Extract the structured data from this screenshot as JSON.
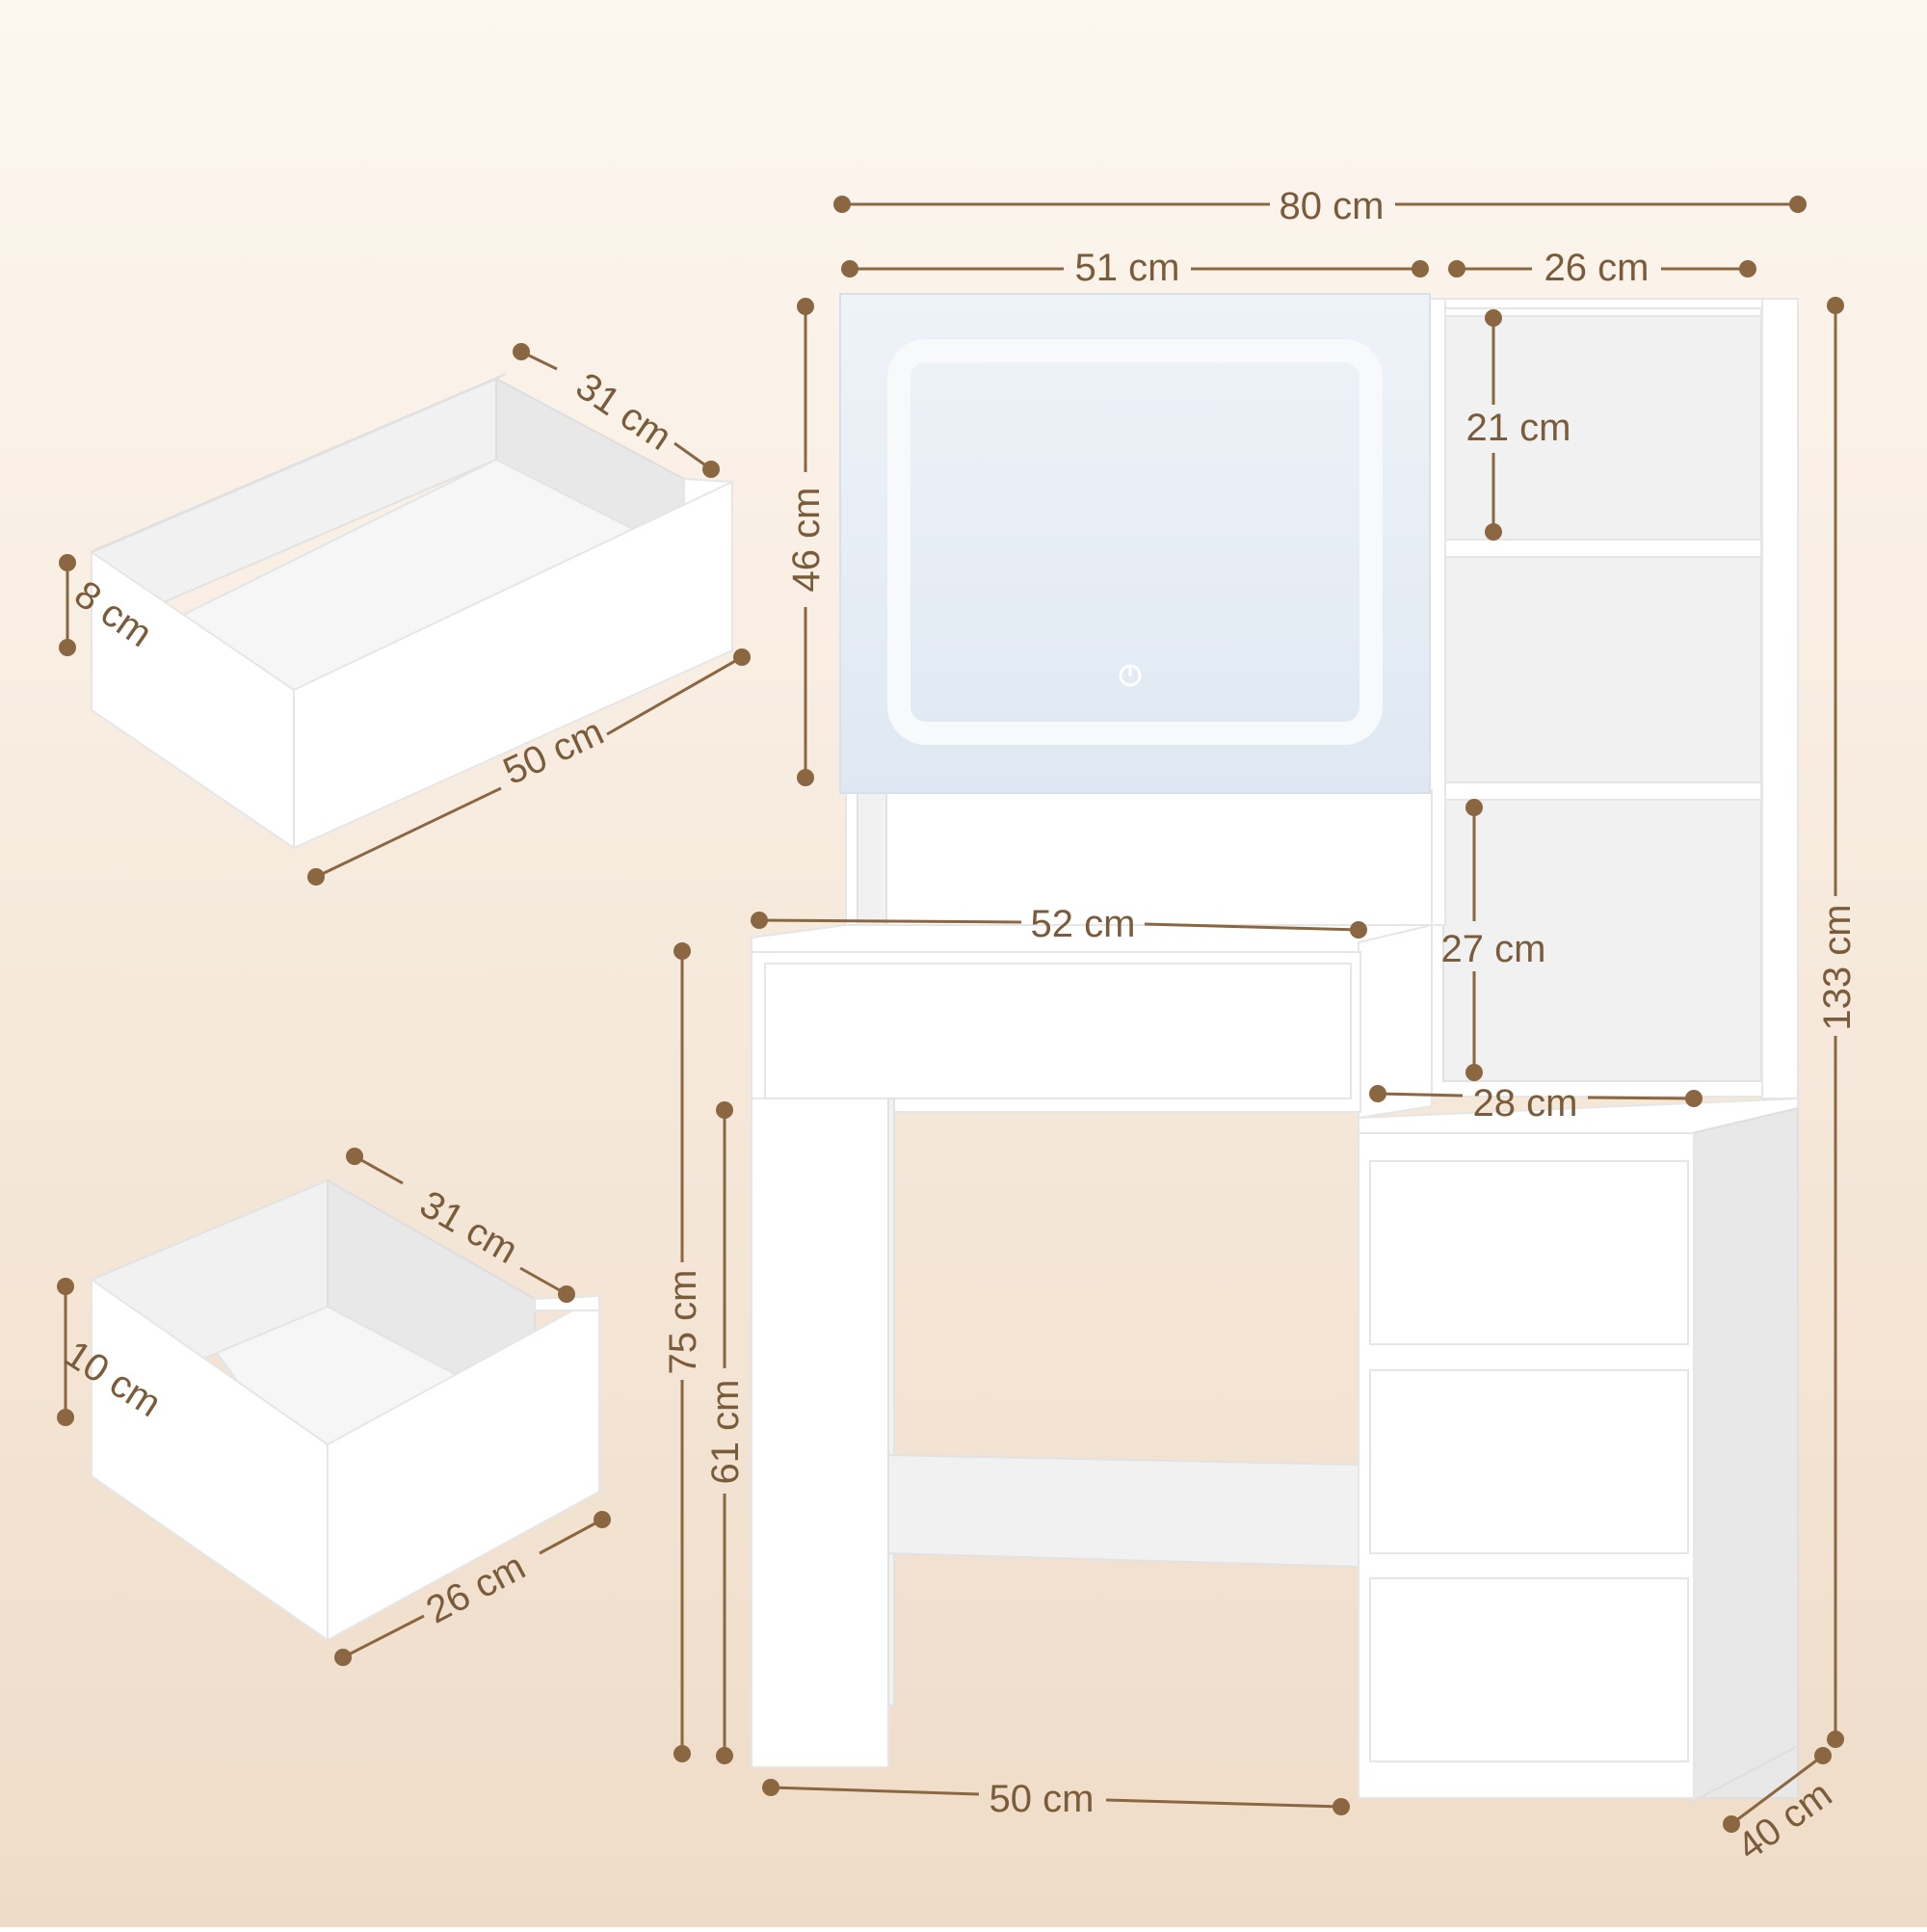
{
  "colors": {
    "background_top": "#fdf7f0",
    "background_bottom": "#efdcc8",
    "dimension": "#8a6741",
    "mirror": "#e6eef6",
    "led": "#f7f9fb"
  },
  "icons": {
    "mirror_switch": "power-icon"
  },
  "dimensions": {
    "total_width": "80 cm",
    "mirror_width": "51 cm",
    "shelf_width": "26 cm",
    "mirror_height": "46 cm",
    "shelf_top_height": "21 cm",
    "desk_top_width": "52 cm",
    "shelf_bottom_height": "27 cm",
    "cabinet_width": "28 cm",
    "desk_height": "75 cm",
    "knee_height": "61 cm",
    "total_height": "133 cm",
    "base_width": "50 cm",
    "depth": "40 cm"
  },
  "drawer_large": {
    "depth": "31 cm",
    "height": "8 cm",
    "width": "50 cm"
  },
  "drawer_small": {
    "depth": "31 cm",
    "height": "10 cm",
    "width": "26 cm"
  }
}
